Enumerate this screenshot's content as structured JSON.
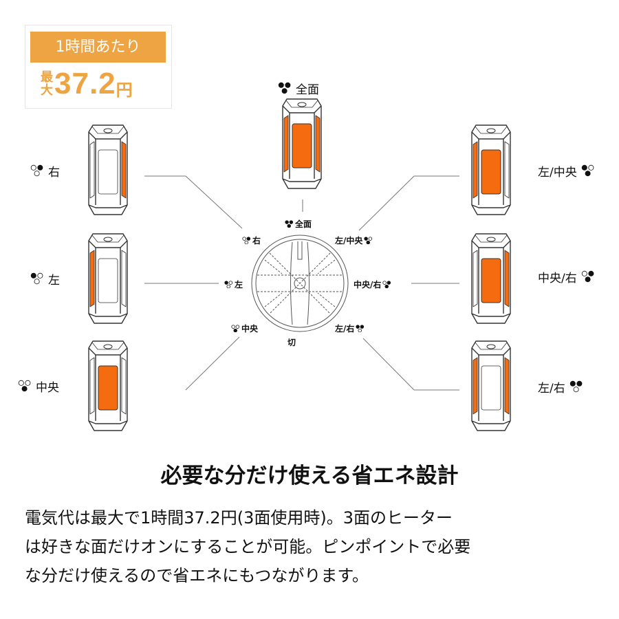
{
  "badge": {
    "per_hour": "1時間あたり",
    "max": "最大",
    "price": "37.2",
    "yen": "円"
  },
  "devices": [
    {
      "id": "all",
      "label": "全面",
      "state": [
        1,
        1,
        1
      ]
    },
    {
      "id": "right",
      "label": "右",
      "state": [
        0,
        0,
        1
      ]
    },
    {
      "id": "left",
      "label": "左",
      "state": [
        1,
        0,
        0
      ]
    },
    {
      "id": "center",
      "label": "中央",
      "state": [
        0,
        1,
        0
      ]
    },
    {
      "id": "left-center",
      "label": "左/中央",
      "state": [
        1,
        1,
        0
      ]
    },
    {
      "id": "center-right",
      "label": "中央/右",
      "state": [
        0,
        1,
        1
      ]
    },
    {
      "id": "left-right",
      "label": "左/右",
      "state": [
        1,
        0,
        1
      ]
    }
  ],
  "dial": {
    "off_label": "切"
  },
  "heading": "必要な分だけ使える省エネ設計",
  "body_lines": [
    "電気代は最大で1時間37.2円(3面使用時)。3面のヒーター",
    "は好きな面だけオンにすることが可能。ピンポイントで必要",
    "な分だけ使えるので省エネにもつながります。"
  ],
  "colors": {
    "accent": "#eea443",
    "heater": "#f46b10"
  }
}
